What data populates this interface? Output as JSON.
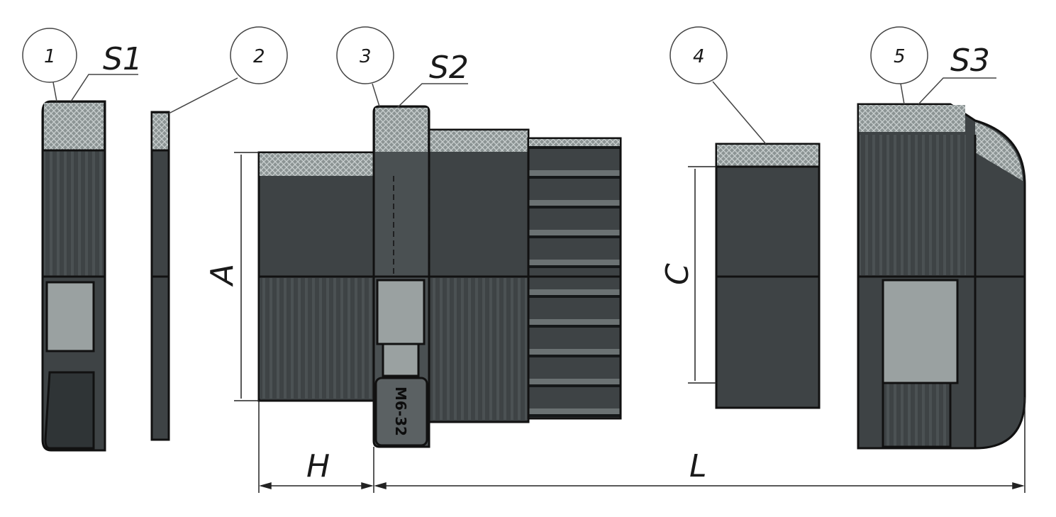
{
  "diagram": {
    "parts": [
      {
        "number": "1",
        "surface_label": "S1"
      },
      {
        "number": "2",
        "surface_label": ""
      },
      {
        "number": "3",
        "surface_label": "S2"
      },
      {
        "number": "4",
        "surface_label": ""
      },
      {
        "number": "5",
        "surface_label": "S3"
      }
    ],
    "dimensions": {
      "A": "A",
      "C": "C",
      "H": "H",
      "L": "L"
    },
    "stamp_text": "M6-32",
    "colors": {
      "body_dark": "#3e4345",
      "body_mid": "#5b6163",
      "face_light": "#9aa1a1",
      "hatch": "#8c9494",
      "outline": "#111111"
    }
  }
}
